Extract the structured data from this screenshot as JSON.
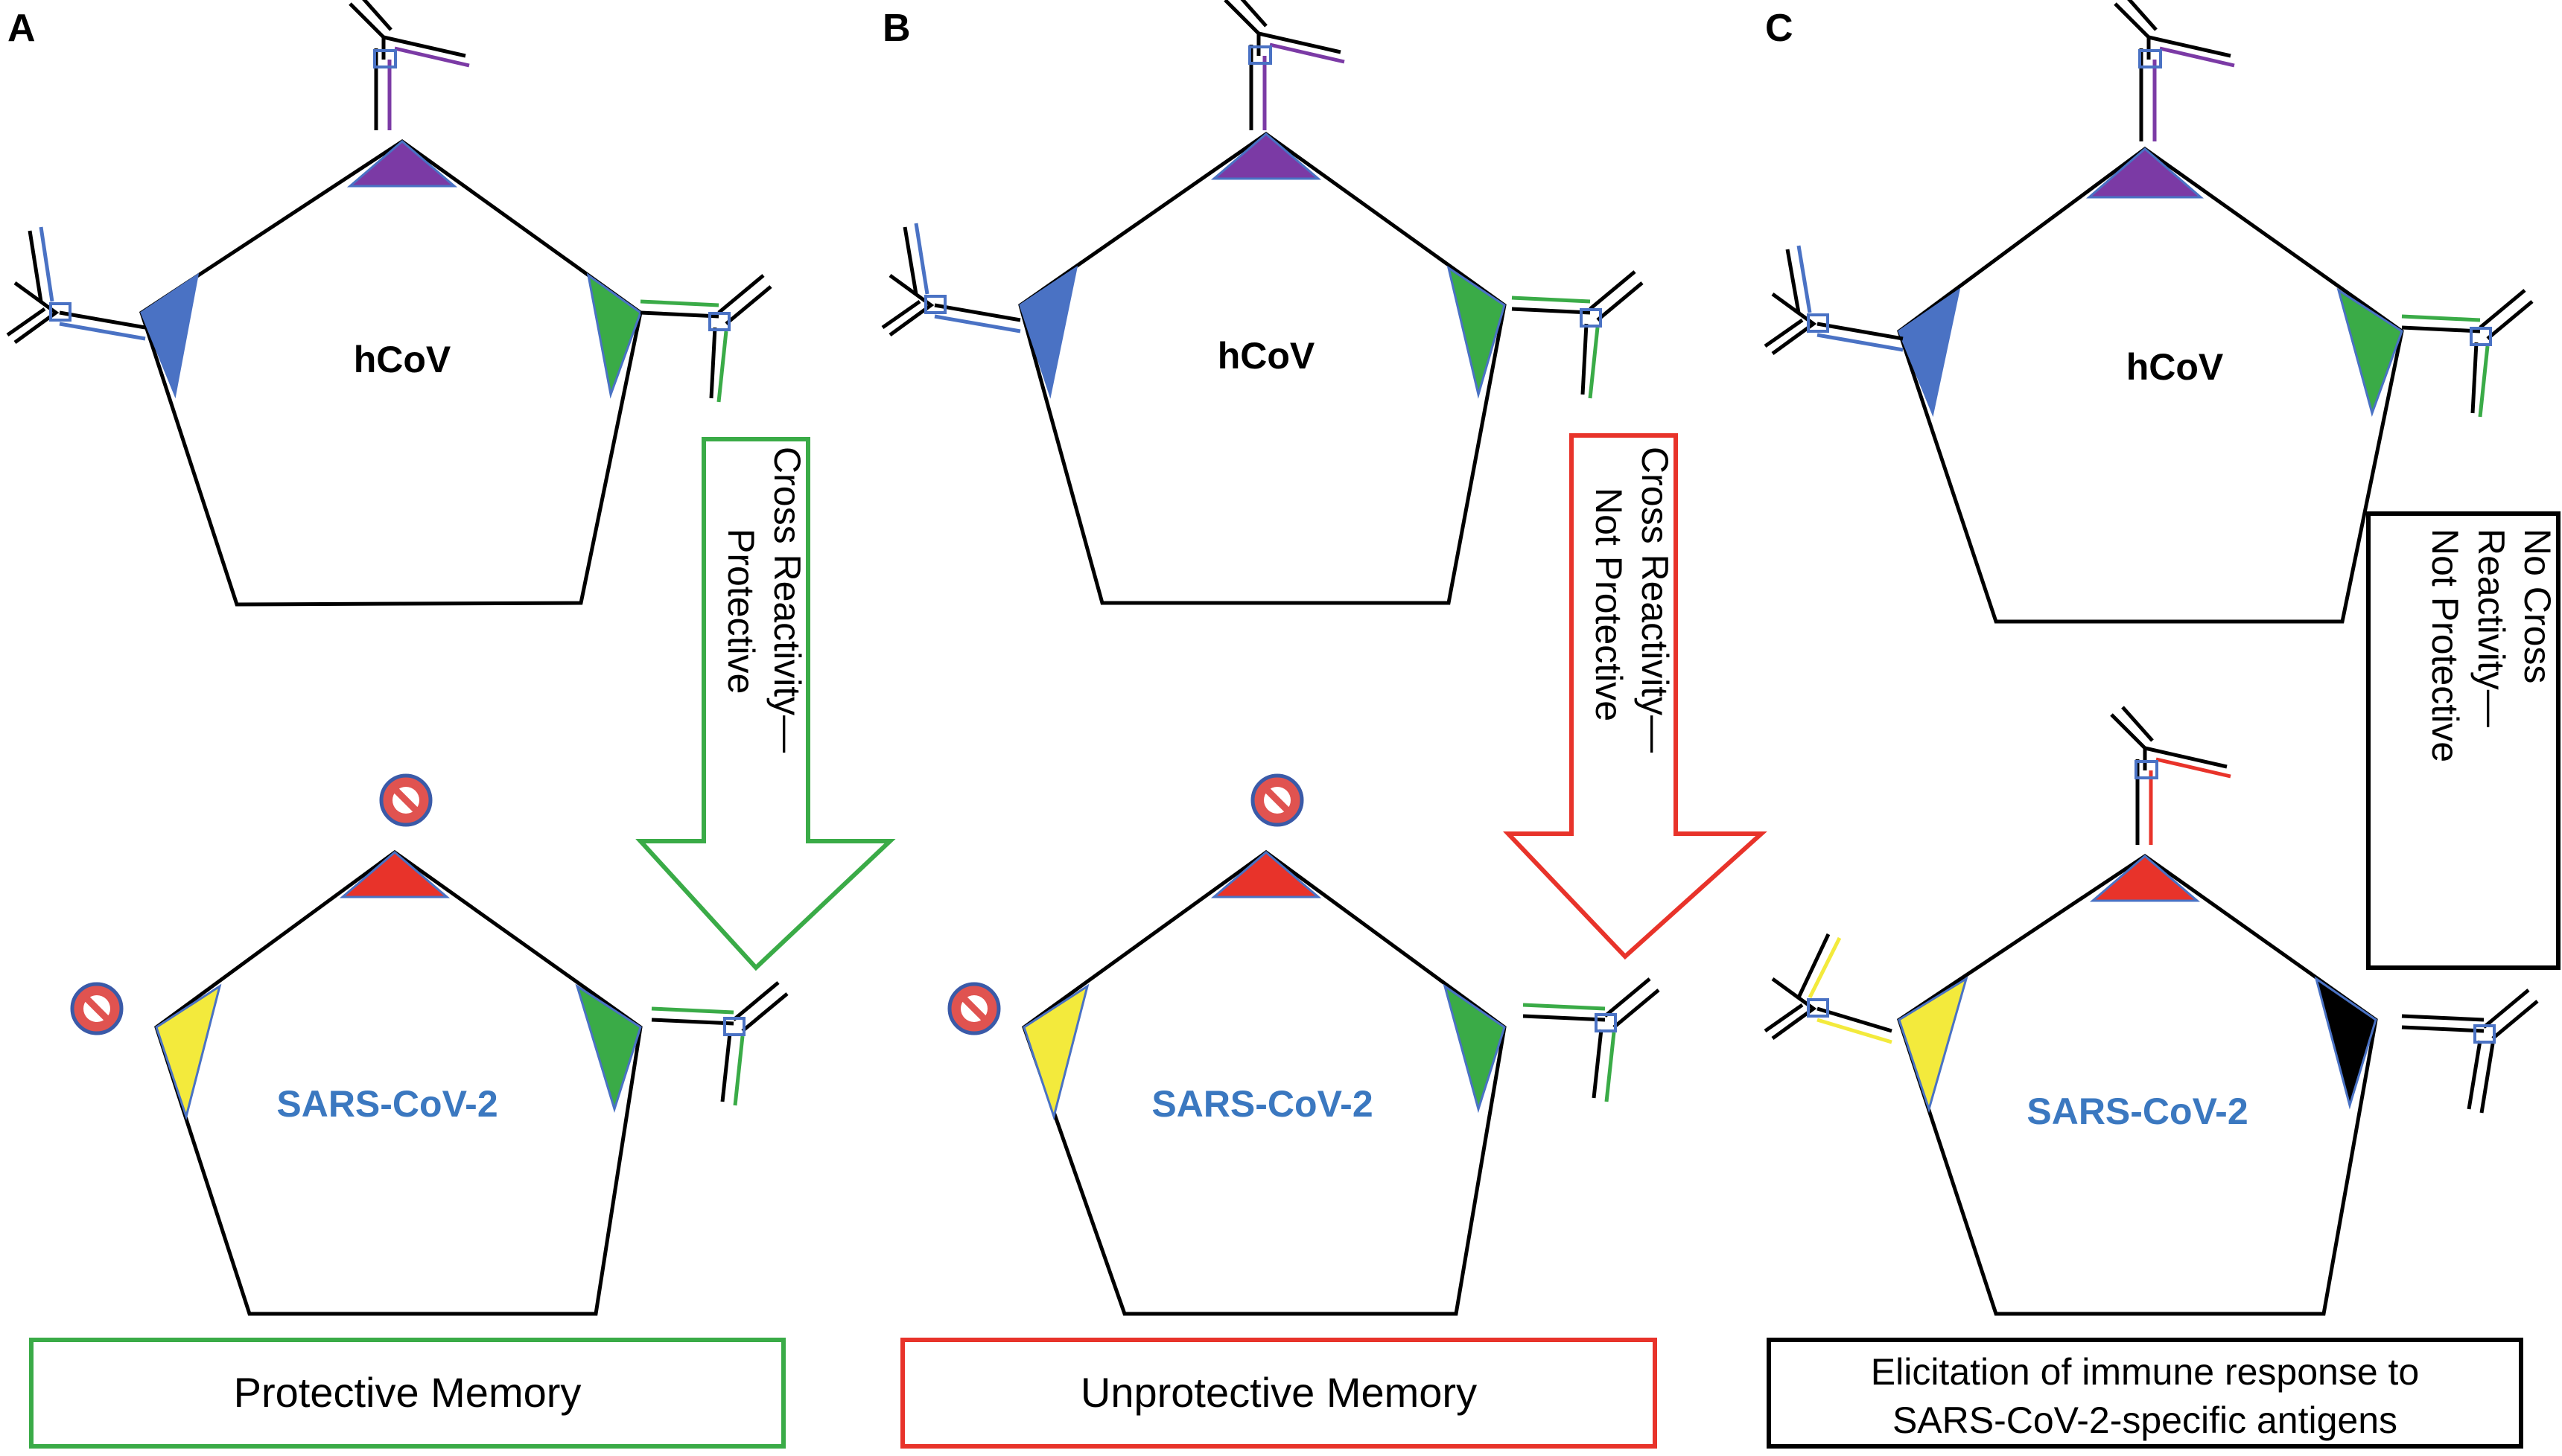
{
  "colors": {
    "green": "#3aab47",
    "red": "#e8332a",
    "black": "#000000",
    "blue_text": "#3b78c0",
    "purple": "#7b3aa5",
    "blue": "#4a72c4",
    "yellow": "#f3ea3c",
    "no_sign": "#e05350",
    "no_sign_ring": "#3a5aa8"
  },
  "panels": [
    {
      "letter": "A",
      "top_virus": "hCoV",
      "bottom_virus": "SARS-CoV-2",
      "arrow_lines": [
        "Cross Reactivity—",
        "Protective"
      ],
      "arrow_color": "green",
      "box_lines": [
        "Protective Memory"
      ],
      "box_color": "green"
    },
    {
      "letter": "B",
      "top_virus": "hCoV",
      "bottom_virus": "SARS-CoV-2",
      "arrow_lines": [
        "Cross Reactivity—",
        "Not Protective"
      ],
      "arrow_color": "red",
      "box_lines": [
        "Unprotective Memory"
      ],
      "box_color": "red"
    },
    {
      "letter": "C",
      "top_virus": "hCoV",
      "bottom_virus": "SARS-CoV-2",
      "side_box_lines": [
        "No Cross",
        "Reactivity—",
        "Not Protective"
      ],
      "box_lines": [
        "Elicitation of immune response to",
        "SARS-CoV-2-specific antigens"
      ],
      "box_color": "black"
    }
  ]
}
